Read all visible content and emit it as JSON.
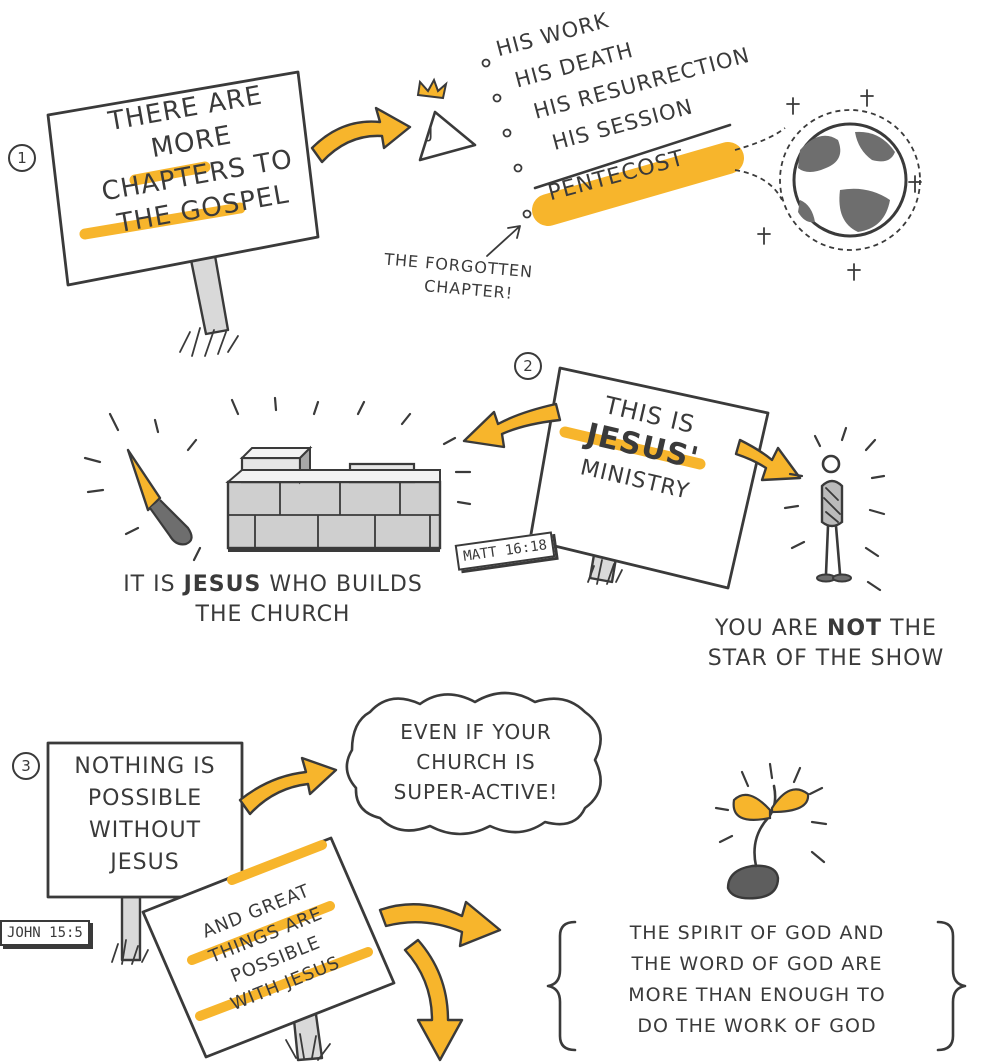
{
  "section1": {
    "number": "1",
    "sign": [
      "THERE ARE",
      "MORE",
      "CHAPTERS TO",
      "THE GOSPEL"
    ],
    "list": [
      "HIS WORK",
      "HIS DEATH",
      "HIS RESURRECTION",
      "HIS SESSION"
    ],
    "highlight_item": "PENTECOST",
    "crown_letter": "J",
    "forgotten_note": [
      "THE FORGOTTEN",
      "CHAPTER!"
    ]
  },
  "section2": {
    "number": "2",
    "sign": [
      "THIS IS",
      "JESUS'",
      "MINISTRY"
    ],
    "reference": "MATT 16:18",
    "builds_caption": {
      "pre": "IT IS",
      "strong": "JESUS",
      "post": "WHO BUILDS",
      "line2": "THE CHURCH"
    },
    "star_caption": {
      "pre": "YOU ARE",
      "strong": "NOT",
      "post": "THE",
      "line2": "STAR OF THE SHOW"
    }
  },
  "section3": {
    "number": "3",
    "sign": [
      "NOTHING IS",
      "POSSIBLE",
      "WITHOUT",
      "JESUS"
    ],
    "reference": "JOHN 15:5",
    "cloud": [
      "EVEN IF YOUR",
      "CHURCH IS",
      "SUPER-ACTIVE!"
    ],
    "sign2": [
      "AND GREAT",
      "THINGS ARE",
      "POSSIBLE",
      "WITH JESUS"
    ],
    "spirit": [
      "THE SPIRIT OF GOD AND",
      "THE WORD OF GOD ARE",
      "MORE THAN ENOUGH TO",
      "DO THE WORK OF GOD"
    ]
  },
  "colors": {
    "accent": "#f7b52c",
    "ink": "#3a3a3a",
    "gray": "#d9d9d9",
    "dark_gray": "#6e6e6e"
  }
}
